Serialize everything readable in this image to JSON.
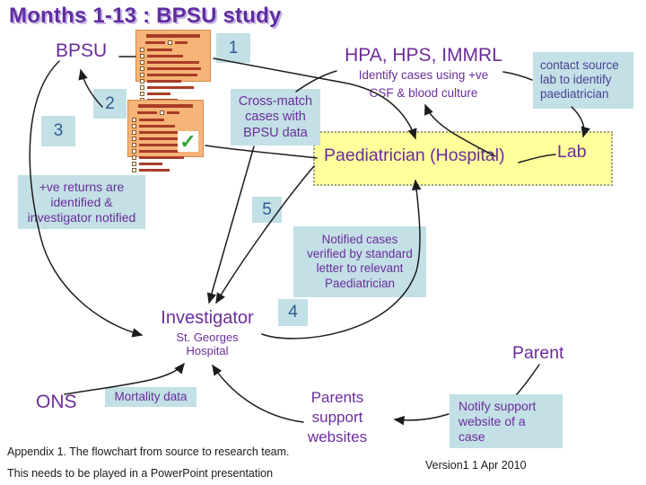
{
  "title": "Months 1-13 : BPSU study",
  "labels": {
    "bpsu": "BPSU",
    "hpa": {
      "title": "HPA, HPS, IMMRL",
      "subtitle": [
        "Identify cases using +ve",
        "CSF & blood culture"
      ]
    },
    "paediatrician": "Paediatrician (Hospital)",
    "lab": "Lab",
    "investigator": {
      "title": "Investigator",
      "subtitle": [
        "St. Georges",
        "Hospital"
      ]
    },
    "parent": "Parent",
    "ons": "ONS",
    "parents_websites": [
      "Parents",
      "support",
      "websites"
    ]
  },
  "boxes": {
    "contact_source": [
      "contact source",
      "lab to identify",
      "paediatrician"
    ],
    "cross_match": [
      "Cross-match",
      "cases with",
      "BPSU data"
    ],
    "positive_returns": [
      "+ve returns are",
      "identified &",
      "investigator notified"
    ],
    "notified_cases": [
      "Notified cases",
      "verified by standard",
      "letter to relevant",
      "Paediatrician"
    ],
    "mortality": "Mortality data",
    "notify_support": [
      "Notify support",
      "website of a case"
    ]
  },
  "steps": [
    "1",
    "2",
    "3",
    "4",
    "5"
  ],
  "footer": {
    "line1": "Appendix 1. The flowchart from source to research team.",
    "line2": "This needs to be played in a PowerPoint presentation",
    "version": "Version1 1 Apr 2010"
  },
  "icons": {
    "checkmark": "✓"
  },
  "colors": {
    "title_purple": "#5f2da0",
    "title_shadow": "#c8b4e4",
    "purple": "#6b2d9b",
    "contact_text": "#4b3f93",
    "number_blue": "#2f5b8f",
    "box_blue": "#c2e0e6",
    "yellow": "#ffff9c",
    "yellow_border": "#9a9a9a",
    "card_orange": "#f6b478",
    "card_border": "#d08c4e",
    "card_line": "#a83c28",
    "check_green": "#2ea335",
    "arrow": "#1c1c1c",
    "text_dark": "#1a1a1a"
  }
}
